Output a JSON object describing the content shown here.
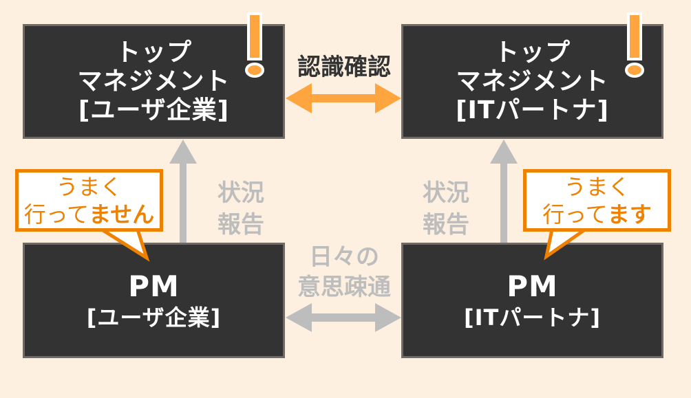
{
  "colors": {
    "background": "#fdf0e0",
    "box_fill": "#333333",
    "box_border": "#6e6a66",
    "accent_orange": "#ffa53f",
    "bubble_orange": "#ee8200",
    "gray": "#bdbdbd"
  },
  "top_left": {
    "line1": "トップ",
    "line2": "マネジメント",
    "line3": "[ユーザ企業]"
  },
  "top_right": {
    "line1": "トップ",
    "line2": "マネジメント",
    "line3": "[ITパートナ]"
  },
  "bottom_left": {
    "title": "PM",
    "sub": "[ユーザ企業]"
  },
  "bottom_right": {
    "title": "PM",
    "sub": "[ITパートナ]"
  },
  "top_link": {
    "label": "認識確認"
  },
  "bottom_link": {
    "line1": "日々の",
    "line2": "意思疎通"
  },
  "status_left": {
    "line1": "状況",
    "line2": "報告"
  },
  "status_right": {
    "line1": "状況",
    "line2": "報告"
  },
  "bubble_left": {
    "line1": "うまく",
    "line2_plain": "行って",
    "line2_bold": "ません"
  },
  "bubble_right": {
    "line1": "うまく",
    "line2_plain": "行って",
    "line2_bold": "ます"
  },
  "alert_icons": [
    "exclamation-icon",
    "exclamation-icon"
  ]
}
